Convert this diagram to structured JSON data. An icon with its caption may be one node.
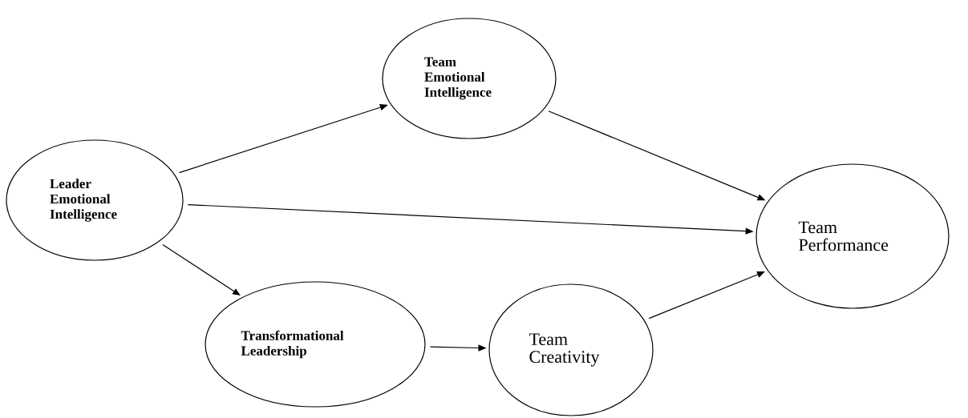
{
  "diagram": {
    "nodes": [
      {
        "text": [
          "Leader Emotional Intelligence"
        ]
      },
      {
        "text": [
          "Team Emotional Intelligence"
        ]
      },
      {
        "text": [
          "Team Performance"
        ]
      },
      {
        "text": [
          "Transformational Leadership"
        ]
      },
      {
        "text": [
          "Team Creativity"
        ]
      }
    ],
    "edges": [
      {
        "from": 0,
        "to": 1,
        "arrow": "to"
      },
      {
        "from": 1,
        "to": 2,
        "arrow": "to"
      },
      {
        "from": 0,
        "to": 2,
        "arrow": "to"
      },
      {
        "from": 0,
        "to": 3,
        "arrow": "to"
      },
      {
        "from": 3,
        "to": 4,
        "arrow": "to"
      },
      {
        "from": 4,
        "to": 2,
        "arrow": "to"
      }
    ]
  }
}
